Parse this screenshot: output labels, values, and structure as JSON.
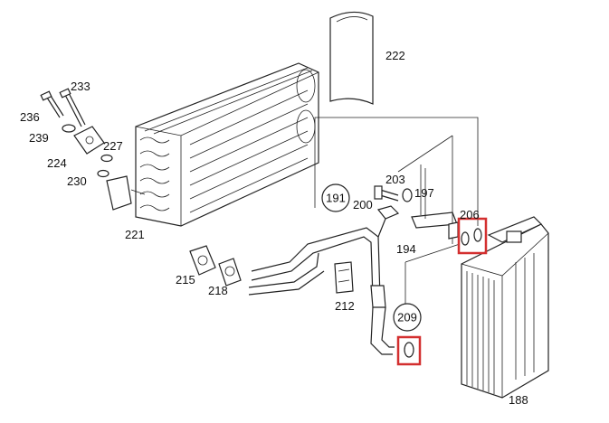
{
  "labels": {
    "p222": "222",
    "p233": "233",
    "p236": "236",
    "p239": "239",
    "p224": "224",
    "p227": "227",
    "p230": "230",
    "p221": "221",
    "p215": "215",
    "p218": "218",
    "p191": "191",
    "p200": "200",
    "p203": "203",
    "p197": "197",
    "p206": "206",
    "p194": "194",
    "p212": "212",
    "p209": "209",
    "p188": "188"
  },
  "colors": {
    "line": "#222222",
    "highlight": "#d32f2f",
    "background": "#ffffff"
  }
}
